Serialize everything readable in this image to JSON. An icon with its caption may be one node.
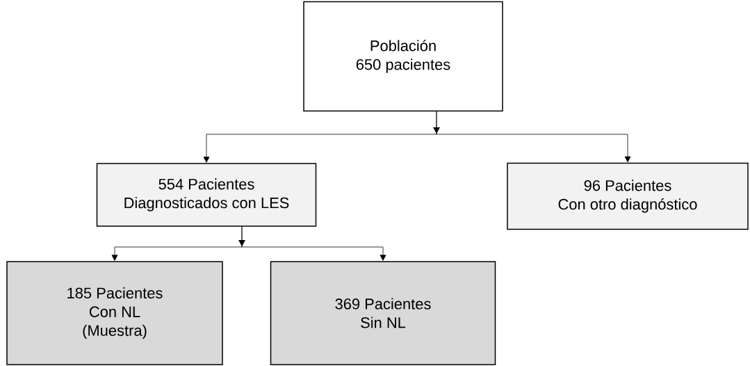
{
  "diagram": {
    "nodes": [
      {
        "text": [
          "Población",
          "650 pacientes"
        ]
      },
      {
        "text": [
          "554 Pacientes",
          "Diagnosticados con LES"
        ]
      },
      {
        "text": [
          "96 Pacientes",
          "Con otro diagnóstico"
        ]
      },
      {
        "text": [
          "185 Pacientes",
          "Con NL",
          "(Muestra)"
        ]
      },
      {
        "text": [
          "369 Pacientes",
          "Sin NL"
        ]
      }
    ],
    "edges": [
      {
        "from": 0,
        "to": 1,
        "arrow": "to"
      },
      {
        "from": 0,
        "to": 2,
        "arrow": "to"
      },
      {
        "from": 1,
        "to": 3,
        "arrow": "to"
      },
      {
        "from": 1,
        "to": 4,
        "arrow": "to"
      }
    ]
  }
}
